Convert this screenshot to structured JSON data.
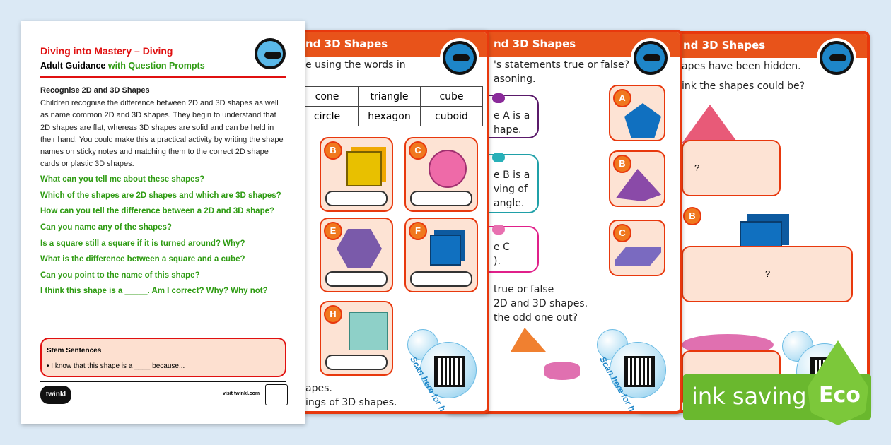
{
  "guidance": {
    "title": "Diving into Mastery – Diving",
    "subtitle_black": "Adult Guidance",
    "subtitle_green": "with Question Prompts",
    "section_title": "Recognise 2D and 3D Shapes",
    "body": "Children recognise the difference between 2D and 3D shapes as well as name common 2D and 3D shapes. They begin to understand that 2D shapes are flat, whereas 3D shapes are solid and can be held in their hand. You could make this a practical activity by writing the shape names on sticky notes and matching them to the correct 2D shape cards or plastic 3D shapes.",
    "prompts": [
      "What can you tell me about these shapes?",
      "Which of the shapes are 2D shapes and which are 3D shapes?",
      "How can you tell the difference between a 2D and 3D shape?",
      "Can you name any of the shapes?",
      "Is a square still a square if it is turned around? Why?",
      "What is the difference between a square and a cube?",
      "Can you point to the name of this shape?",
      "I think this shape is a _____. Am I correct? Why? Why not?"
    ],
    "stem_title": "Stem Sentences",
    "stem_item": "I know that this shape is a ____ because...",
    "logo": "twinkl",
    "footer_link": "visit twinkl.com"
  },
  "sheet2": {
    "header": "nd 3D Shapes",
    "instruction": "e using the words in",
    "words": [
      [
        "cone",
        "triangle",
        "cube"
      ],
      [
        "circle",
        "hexagon",
        "cuboid"
      ]
    ],
    "labels": [
      "B",
      "C",
      "E",
      "F",
      "H"
    ],
    "bottom1": "apes.",
    "bottom2": "ings of 3D shapes.",
    "scan": "Scan here for help!"
  },
  "sheet3": {
    "header": "nd 3D Shapes",
    "q1": "'s statements true or false?",
    "q2": "asoning.",
    "s1a": "e A is a",
    "s1b": "hape.",
    "s2a": "e B is a",
    "s2b": "ving of",
    "s2c": "angle.",
    "s3a": "e C",
    "s3b": ").",
    "labels": [
      "A",
      "B",
      "C"
    ],
    "b1": "true or false",
    "b2": "2D and 3D shapes.",
    "b3": "the odd one out?",
    "scan": "Scan here for help!"
  },
  "sheet4": {
    "header": "nd 3D Shapes",
    "q1": "apes have been hidden.",
    "q2": "ink the shapes could be?",
    "mark": "?",
    "label_b": "B"
  },
  "eco": {
    "text": "ink saving",
    "badge": "Eco"
  }
}
